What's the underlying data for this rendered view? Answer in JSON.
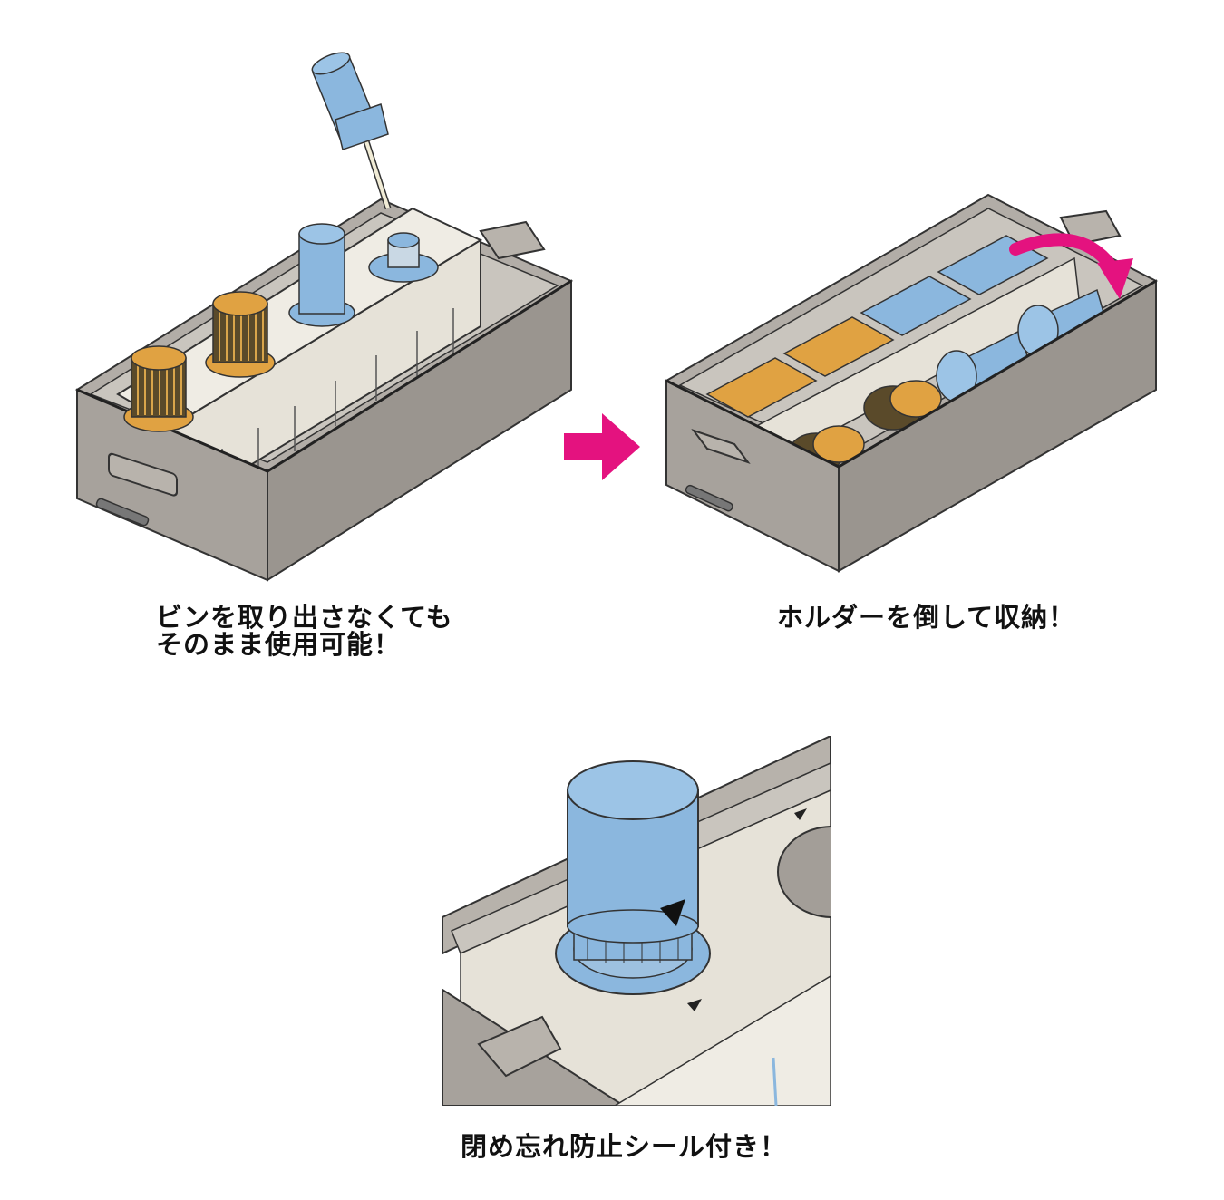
{
  "captions": {
    "left_line1": "ビンを取り出さなくても",
    "left_line2": "そのまま使用可能！",
    "right": "ホルダーを倒して収納！",
    "bottom": "閉め忘れ防止シール付き！"
  },
  "colors": {
    "box_gray": "#a7a29c",
    "box_dark": "#8e8983",
    "holder_cream": "#e6e2d8",
    "bottle_blue": "#8bb7de",
    "bottle_orange": "#e0a242",
    "cap_dark": "#5a4a2a",
    "arrow_magenta": "#e4127f"
  },
  "icons": {
    "next_arrow": "arrow-right-icon",
    "rotate_arrow": "curved-arrow-icon"
  }
}
